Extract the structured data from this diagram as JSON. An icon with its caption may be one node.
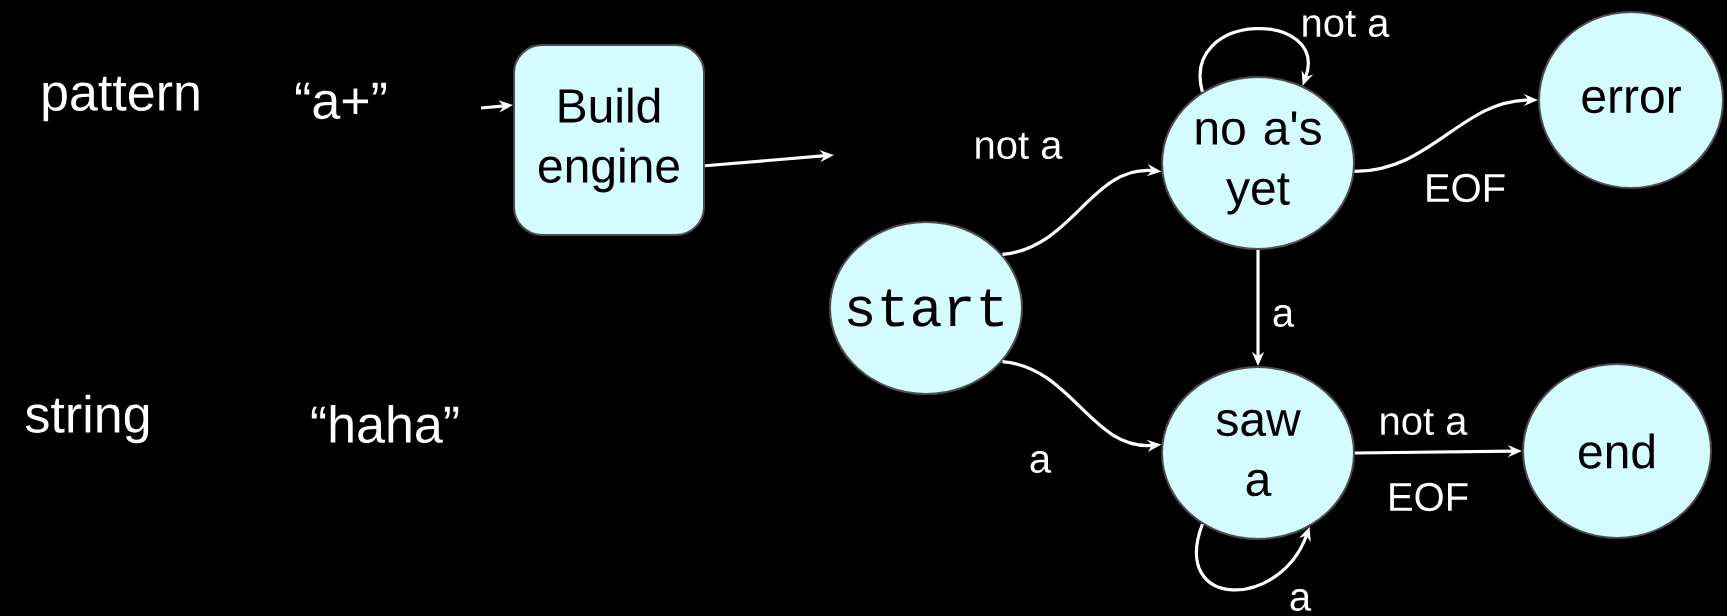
{
  "diagram": {
    "nodes": [
      {
        "text": [
          "Build engine"
        ]
      },
      {
        "text": [
          "start"
        ]
      },
      {
        "text": [
          "no a's yet"
        ]
      },
      {
        "text": [
          "error"
        ]
      },
      {
        "text": [
          "saw a"
        ]
      },
      {
        "text": [
          "end"
        ]
      }
    ],
    "edges": [
      {
        "from": null,
        "to": 0,
        "arrow": "to"
      },
      {
        "from": 0,
        "to": null,
        "arrow": "to"
      },
      {
        "from": 1,
        "to": 2,
        "arrow": "to",
        "label": "not a"
      },
      {
        "from": 1,
        "to": 4,
        "arrow": "to",
        "label": "a"
      },
      {
        "from": 2,
        "to": 2,
        "arrow": "to",
        "label": "not a"
      },
      {
        "from": 2,
        "to": 3,
        "arrow": "to",
        "label": "EOF"
      },
      {
        "from": 2,
        "to": 4,
        "arrow": "to",
        "label": "a"
      },
      {
        "from": 4,
        "to": 4,
        "arrow": "to",
        "label": "a"
      },
      {
        "from": 4,
        "to": 5,
        "arrow": "to",
        "label": "not a"
      }
    ],
    "labels": [
      "pattern",
      "“a+”",
      "string",
      "“haha”",
      "EOF"
    ]
  }
}
